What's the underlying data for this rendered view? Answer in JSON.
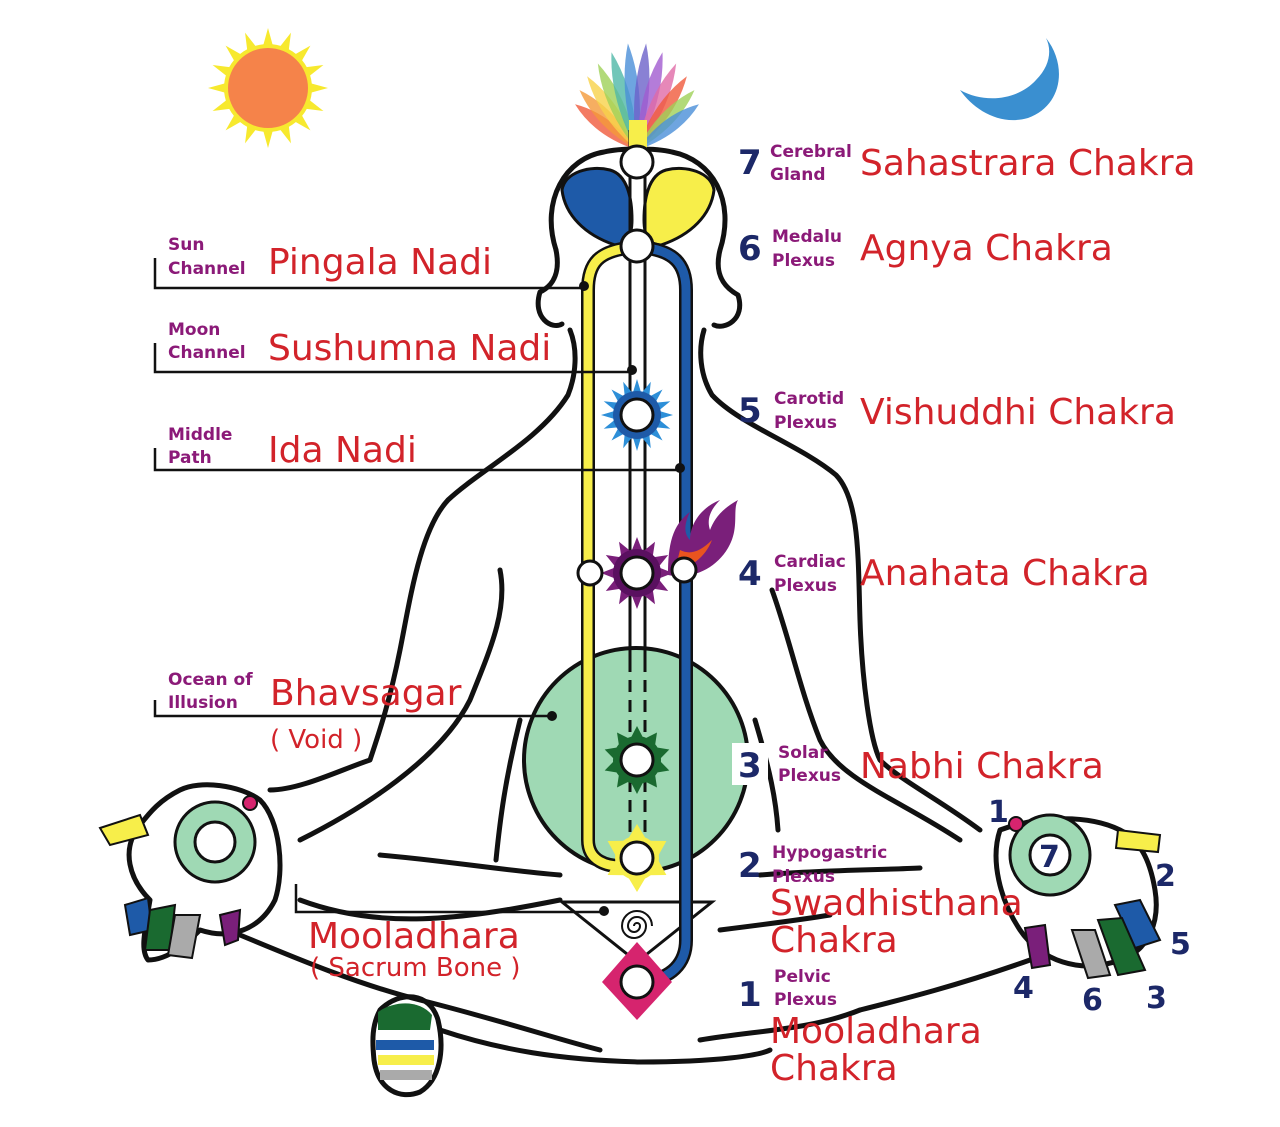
{
  "colors": {
    "label_red": "#d2232a",
    "sub_purple": "#8b1a78",
    "number_navy": "#1c2868",
    "pingala_yellow": "#f7ee4a",
    "ida_blue": "#1e5aa8",
    "void_green": "#9fd9b4",
    "sun_orange": "#f5834a",
    "sun_rays": "#f7e92e",
    "moon_blue": "#3a8fd0"
  },
  "chakras": [
    {
      "num": "7",
      "sub1": "Cerebral",
      "sub2": "Gland",
      "name": "Sahastrara Chakra"
    },
    {
      "num": "6",
      "sub1": "Medalu",
      "sub2": "Plexus",
      "name": "Agnya Chakra"
    },
    {
      "num": "5",
      "sub1": "Carotid",
      "sub2": "Plexus",
      "name": "Vishuddhi Chakra"
    },
    {
      "num": "4",
      "sub1": "Cardiac",
      "sub2": "Plexus",
      "name": "Anahata Chakra"
    },
    {
      "num": "3",
      "sub1": "Solar",
      "sub2": "Plexus",
      "name": "Nabhi Chakra"
    },
    {
      "num": "2",
      "sub1": "Hypogastric",
      "sub2": "Plexus",
      "name1": "Swadhisthana",
      "name2": "Chakra"
    },
    {
      "num": "1",
      "sub1": "Pelvic",
      "sub2": "Plexus",
      "name1": "Mooladhara",
      "name2": "Chakra"
    }
  ],
  "nadis": [
    {
      "sub1": "Sun",
      "sub2": "Channel",
      "name": "Pingala Nadi"
    },
    {
      "sub1": "Moon",
      "sub2": "Channel",
      "name": "Sushumna Nadi"
    },
    {
      "sub1": "Middle",
      "sub2": "Path",
      "name": "Ida Nadi"
    }
  ],
  "bhavsagar": {
    "sub1": "Ocean of",
    "sub2": "Illusion",
    "name": "Bhavsagar",
    "note": "( Void  )"
  },
  "mooladhara_left": {
    "name": "Mooladhara",
    "note": "( Sacrum Bone )"
  },
  "right_hand_numbers": [
    "1",
    "7",
    "2",
    "5",
    "3",
    "6",
    "4"
  ]
}
